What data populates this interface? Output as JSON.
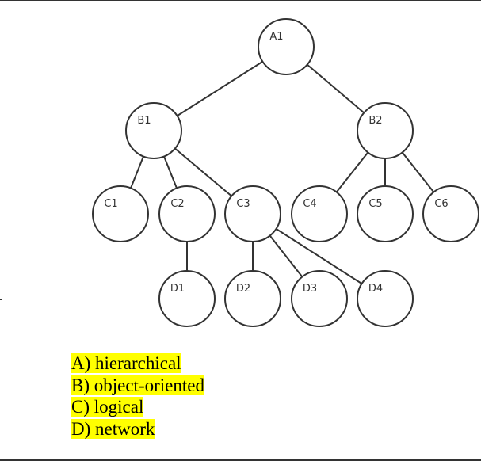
{
  "diagram": {
    "nodes": [
      {
        "id": "A1",
        "label": "A1"
      },
      {
        "id": "B1",
        "label": "B1"
      },
      {
        "id": "B2",
        "label": "B2"
      },
      {
        "id": "C1",
        "label": "C1"
      },
      {
        "id": "C2",
        "label": "C2"
      },
      {
        "id": "C3",
        "label": "C3"
      },
      {
        "id": "C4",
        "label": "C4"
      },
      {
        "id": "C5",
        "label": "C5"
      },
      {
        "id": "C6",
        "label": "C6"
      },
      {
        "id": "D1",
        "label": "D1"
      },
      {
        "id": "D2",
        "label": "D2"
      },
      {
        "id": "D3",
        "label": "D3"
      },
      {
        "id": "D4",
        "label": "D4"
      }
    ],
    "edges": [
      [
        "A1",
        "B1"
      ],
      [
        "A1",
        "B2"
      ],
      [
        "B1",
        "C1"
      ],
      [
        "B1",
        "C2"
      ],
      [
        "B1",
        "C3"
      ],
      [
        "B2",
        "C4"
      ],
      [
        "B2",
        "C5"
      ],
      [
        "B2",
        "C6"
      ],
      [
        "C2",
        "D1"
      ],
      [
        "C3",
        "D2"
      ],
      [
        "C3",
        "D3"
      ],
      [
        "C3",
        "D4"
      ]
    ]
  },
  "options": [
    {
      "text": "A) hierarchical"
    },
    {
      "text": "B) object-oriented"
    },
    {
      "text": "C) logical"
    },
    {
      "text": "D) network"
    }
  ],
  "colors": {
    "highlight": "#ffff00",
    "stroke": "#333333"
  }
}
